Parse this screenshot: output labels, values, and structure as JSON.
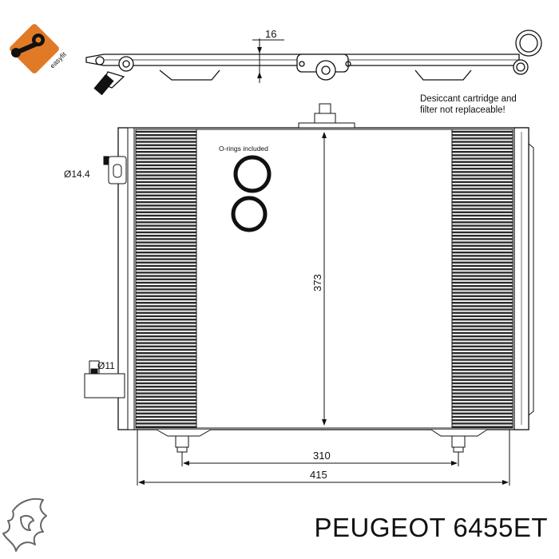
{
  "product": {
    "brand": "PEUGEOT",
    "part_number": "6455ET"
  },
  "badge": {
    "text": "easyfit",
    "color": "#e07a27"
  },
  "notes": {
    "desiccant_line1": "Desiccant cartridge and",
    "desiccant_line2": "filter  not  replaceable!",
    "orings": "O-rings included"
  },
  "dimensions": {
    "top_offset": "16",
    "height": "373",
    "inner_width": "310",
    "overall_width": "415",
    "upper_port": "Ø14.4",
    "lower_port": "Ø11"
  },
  "icons": {
    "badge": "wrench-badge-icon",
    "logo": "peugeot-lion-icon"
  }
}
